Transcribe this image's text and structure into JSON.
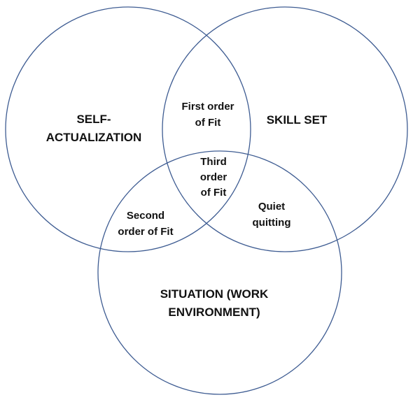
{
  "diagram": {
    "type": "venn",
    "stroke_color": "#3e5c92",
    "sets": {
      "self_actualization": {
        "lines": [
          "SELF-",
          "ACTUALIZATION"
        ]
      },
      "skill_set": {
        "lines": [
          "SKILL SET"
        ]
      },
      "situation": {
        "lines": [
          "SITUATION (WORK",
          "ENVIRONMENT)"
        ]
      }
    },
    "overlaps": {
      "first_order": {
        "lines": [
          "First order",
          "of Fit"
        ]
      },
      "second_order": {
        "lines": [
          "Second",
          "order of Fit"
        ]
      },
      "third_order": {
        "lines": [
          "Third",
          "order",
          "of Fit"
        ]
      },
      "quiet_quitting": {
        "lines": [
          "Quiet",
          "quitting"
        ]
      }
    }
  }
}
